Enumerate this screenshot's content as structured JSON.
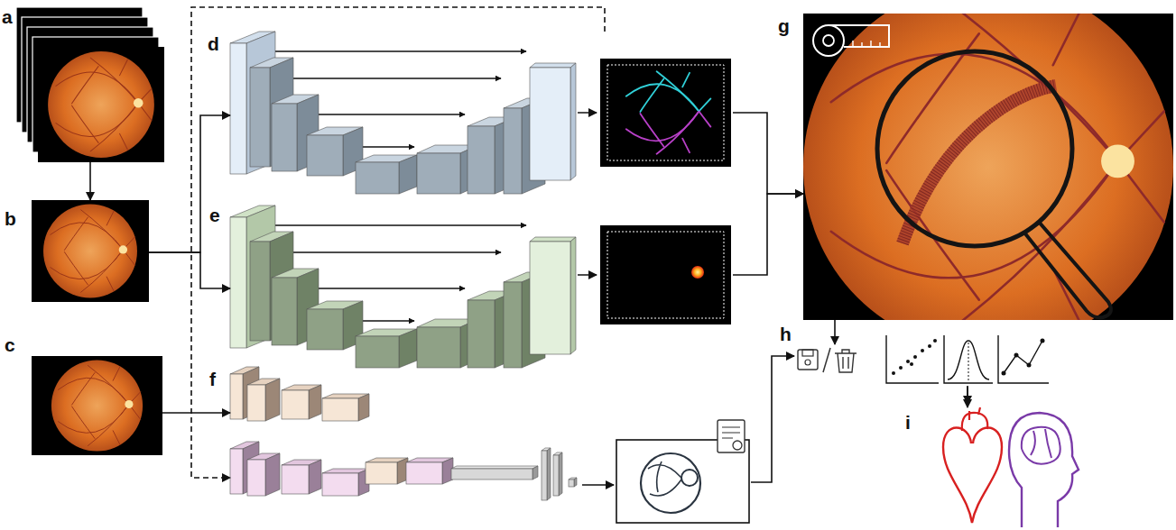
{
  "diagram": {
    "nodes": [
      {
        "text": [
          "a"
        ]
      },
      {
        "text": [
          "b"
        ]
      },
      {
        "text": [
          "c"
        ]
      },
      {
        "text": [
          "d"
        ]
      },
      {
        "text": [
          "e"
        ]
      },
      {
        "text": [
          "f"
        ]
      },
      {
        "text": [
          "g"
        ]
      },
      {
        "text": [
          "h"
        ]
      },
      {
        "text": [
          "i"
        ]
      }
    ],
    "edges": [
      {
        "from": 0,
        "to": 1,
        "arrow": "to"
      },
      {
        "from": 1,
        "to": 3,
        "arrow": "to"
      },
      {
        "from": 1,
        "to": 4,
        "arrow": "to"
      },
      {
        "from": 2,
        "to": 5,
        "arrow": "to"
      },
      {
        "from": 3,
        "to": 5,
        "arrow": "to"
      },
      {
        "from": 3,
        "to": 6,
        "arrow": "to"
      },
      {
        "from": 4,
        "to": 6,
        "arrow": "to"
      },
      {
        "from": 5,
        "to": 7,
        "arrow": "to"
      },
      {
        "from": 6,
        "to": 7,
        "arrow": "to"
      },
      {
        "from": 7,
        "to": 8,
        "arrow": "to"
      }
    ]
  }
}
